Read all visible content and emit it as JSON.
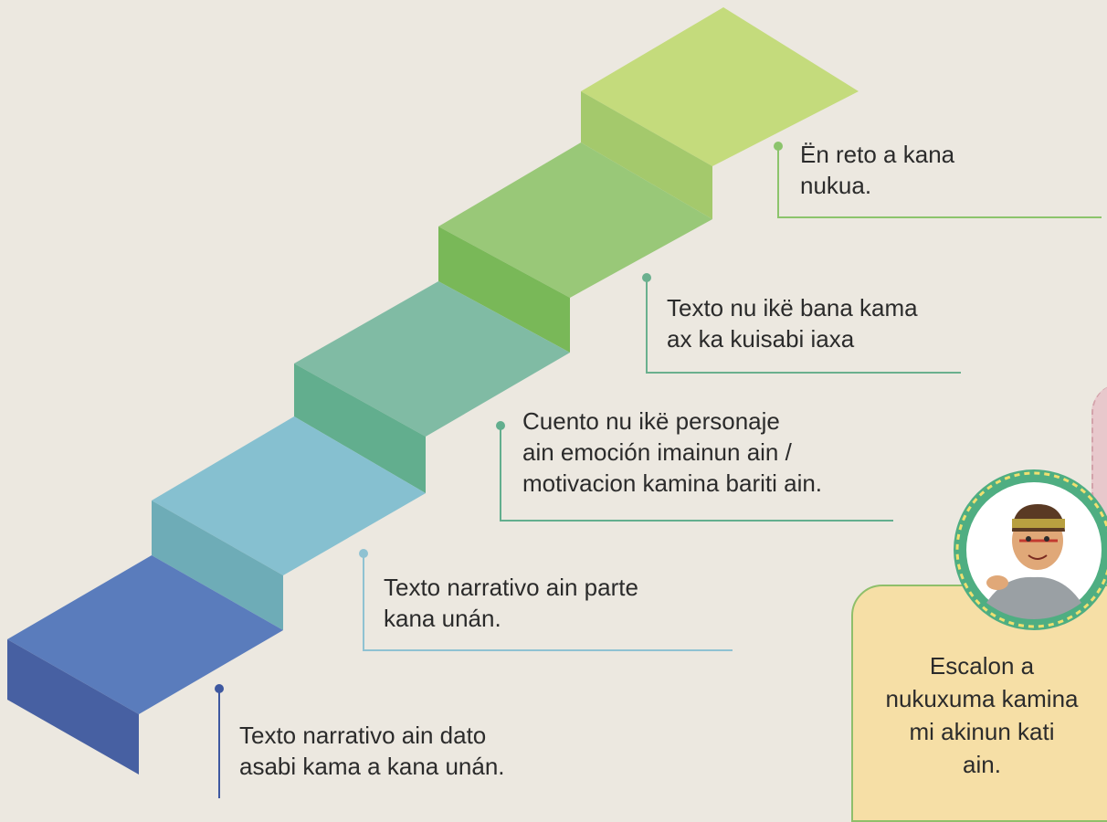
{
  "steps": [
    {
      "label_lines": [
        "Texto narrativo ain dato",
        "asabi kama a  kana unán."
      ],
      "color": "#4a64a8"
    },
    {
      "label_lines": [
        "Texto narrativo ain parte",
        "kana unán."
      ],
      "color": "#7fbccc"
    },
    {
      "label_lines": [
        "Cuento nu ikë personaje",
        "ain emoción imainun ain /",
        "motivacion kamina bariti ain."
      ],
      "color": "#6bb394"
    },
    {
      "label_lines": [
        "Texto nu ikë bana kama",
        "ax ka kuisabi iaxa"
      ],
      "color": "#7cbe5a"
    },
    {
      "label_lines": [
        "Ën reto a kana",
        "nukua."
      ],
      "color": "#a8cf6c"
    }
  ],
  "bubble": {
    "lines": [
      "Escalon  a",
      "nukuxuma kamina",
      "mi akinun kati",
      "ain."
    ]
  },
  "colors": {
    "background": "#ece8e0",
    "bubble_fill": "#f6dfa6",
    "bubble_border": "#8fbf6a"
  }
}
